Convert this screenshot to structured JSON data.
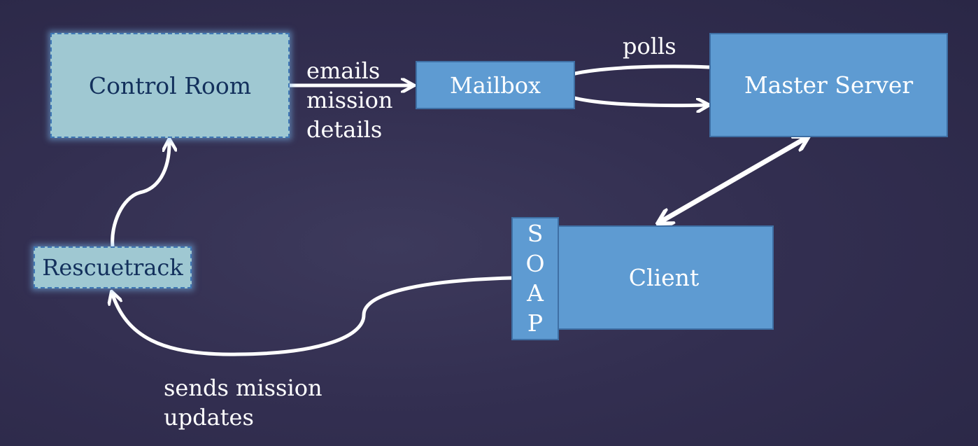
{
  "nodes": {
    "control_room": "Control Room",
    "rescuetrack": "Rescuetrack",
    "mailbox": "Mailbox",
    "master_server": "Master Server",
    "client": "Client",
    "soap": [
      "S",
      "O",
      "A",
      "P"
    ]
  },
  "edge_labels": {
    "emails_mission_details": [
      "emails",
      "mission",
      "details"
    ],
    "polls": "polls",
    "sends_mission_updates": [
      "sends mission",
      "updates"
    ]
  },
  "colors": {
    "background": "#332f51",
    "dashed_box_fill": "#9fc8d2",
    "solid_box_fill": "#5e9bd2",
    "box_border": "#3e6fa4",
    "dashed_box_text": "#13305c",
    "arrow": "#ffffff"
  }
}
